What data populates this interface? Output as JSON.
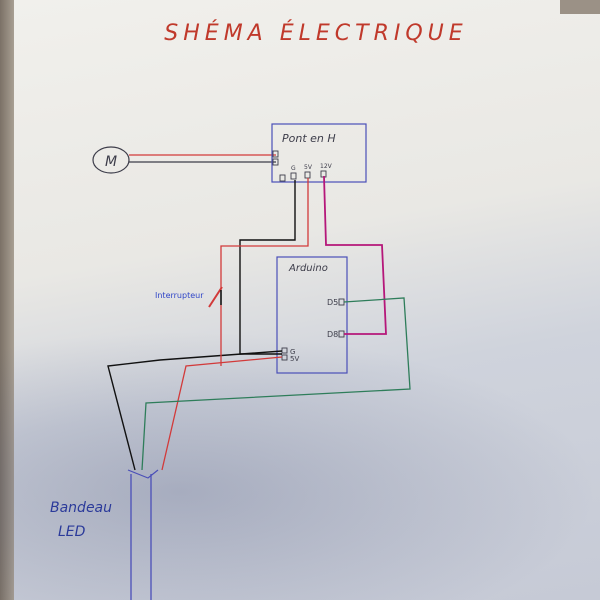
{
  "title": "SHÉMA ÉLECTRIQUE",
  "motor": {
    "label": "M"
  },
  "h_bridge": {
    "label": "Pont en H",
    "pins": {
      "ground": "G",
      "five_volt": "5V",
      "twelve_volt": "12V"
    }
  },
  "arduino": {
    "label": "Arduino",
    "pins": {
      "d5": "D5",
      "d8": "D8",
      "ground": "G",
      "five_volt": "5V"
    }
  },
  "switch": {
    "label": "Interrupteur"
  },
  "led_strip": {
    "label_line1": "Bandeau",
    "label_line2": "LED"
  },
  "colors": {
    "title_ink": "#c0392b",
    "pencil": "#3d3d4a",
    "wire_red": "#d23a3a",
    "wire_black": "#111111",
    "wire_magenta": "#b5177a",
    "wire_green": "#2e7d5a",
    "wire_blue": "#4a4fb8",
    "label_blue": "#3046c8"
  }
}
